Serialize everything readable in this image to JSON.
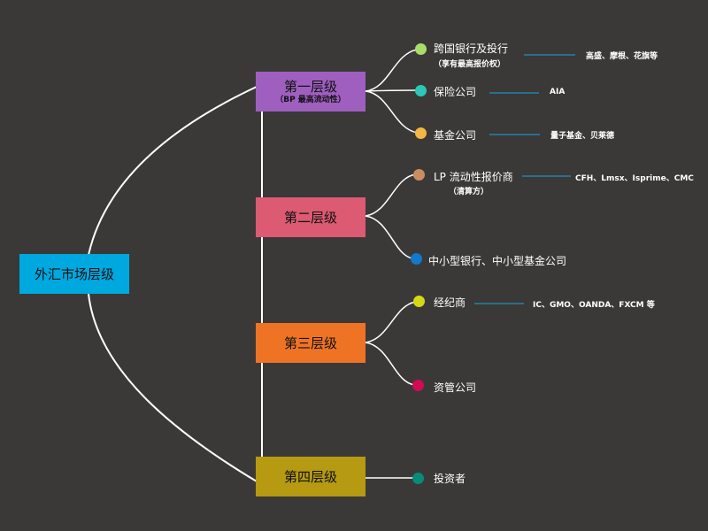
{
  "root": {
    "label": "外汇市场层级",
    "color": "#00a8e0"
  },
  "tiers": [
    {
      "title": "第一层级",
      "subtitle": "（BP 最高流动性）",
      "color": "#9e5fbf"
    },
    {
      "title": "第二层级",
      "subtitle": "",
      "color": "#dc5a72"
    },
    {
      "title": "第三层级",
      "subtitle": "",
      "color": "#ef7325"
    },
    {
      "title": "第四层级",
      "subtitle": "",
      "color": "#b69a12"
    }
  ],
  "leaves": [
    {
      "label": "跨国银行及投行",
      "sub": "（享有最高报价权）",
      "note": "高盛、摩根、花旗等",
      "color": "#a9dd6a"
    },
    {
      "label": "保险公司",
      "sub": "",
      "note": "AIA",
      "color": "#2ac8b6"
    },
    {
      "label": "基金公司",
      "sub": "",
      "note": "量子基金、贝莱德",
      "color": "#f3b743"
    },
    {
      "label": "LP 流动性报价商",
      "sub": "（清算方）",
      "note": "CFH、Lmsx、Isprime、CMC",
      "color": "#c98d64"
    },
    {
      "label": "中小型银行、中小型基金公司",
      "sub": "",
      "note": "",
      "color": "#1278d0"
    },
    {
      "label": "经纪商",
      "sub": "",
      "note": "IC、GMO、OANDA、FXCM 等",
      "color": "#d6d815"
    },
    {
      "label": "资管公司",
      "sub": "",
      "note": "",
      "color": "#d40a55"
    },
    {
      "label": "投资者",
      "sub": "",
      "note": "",
      "color": "#0a8a78"
    }
  ]
}
